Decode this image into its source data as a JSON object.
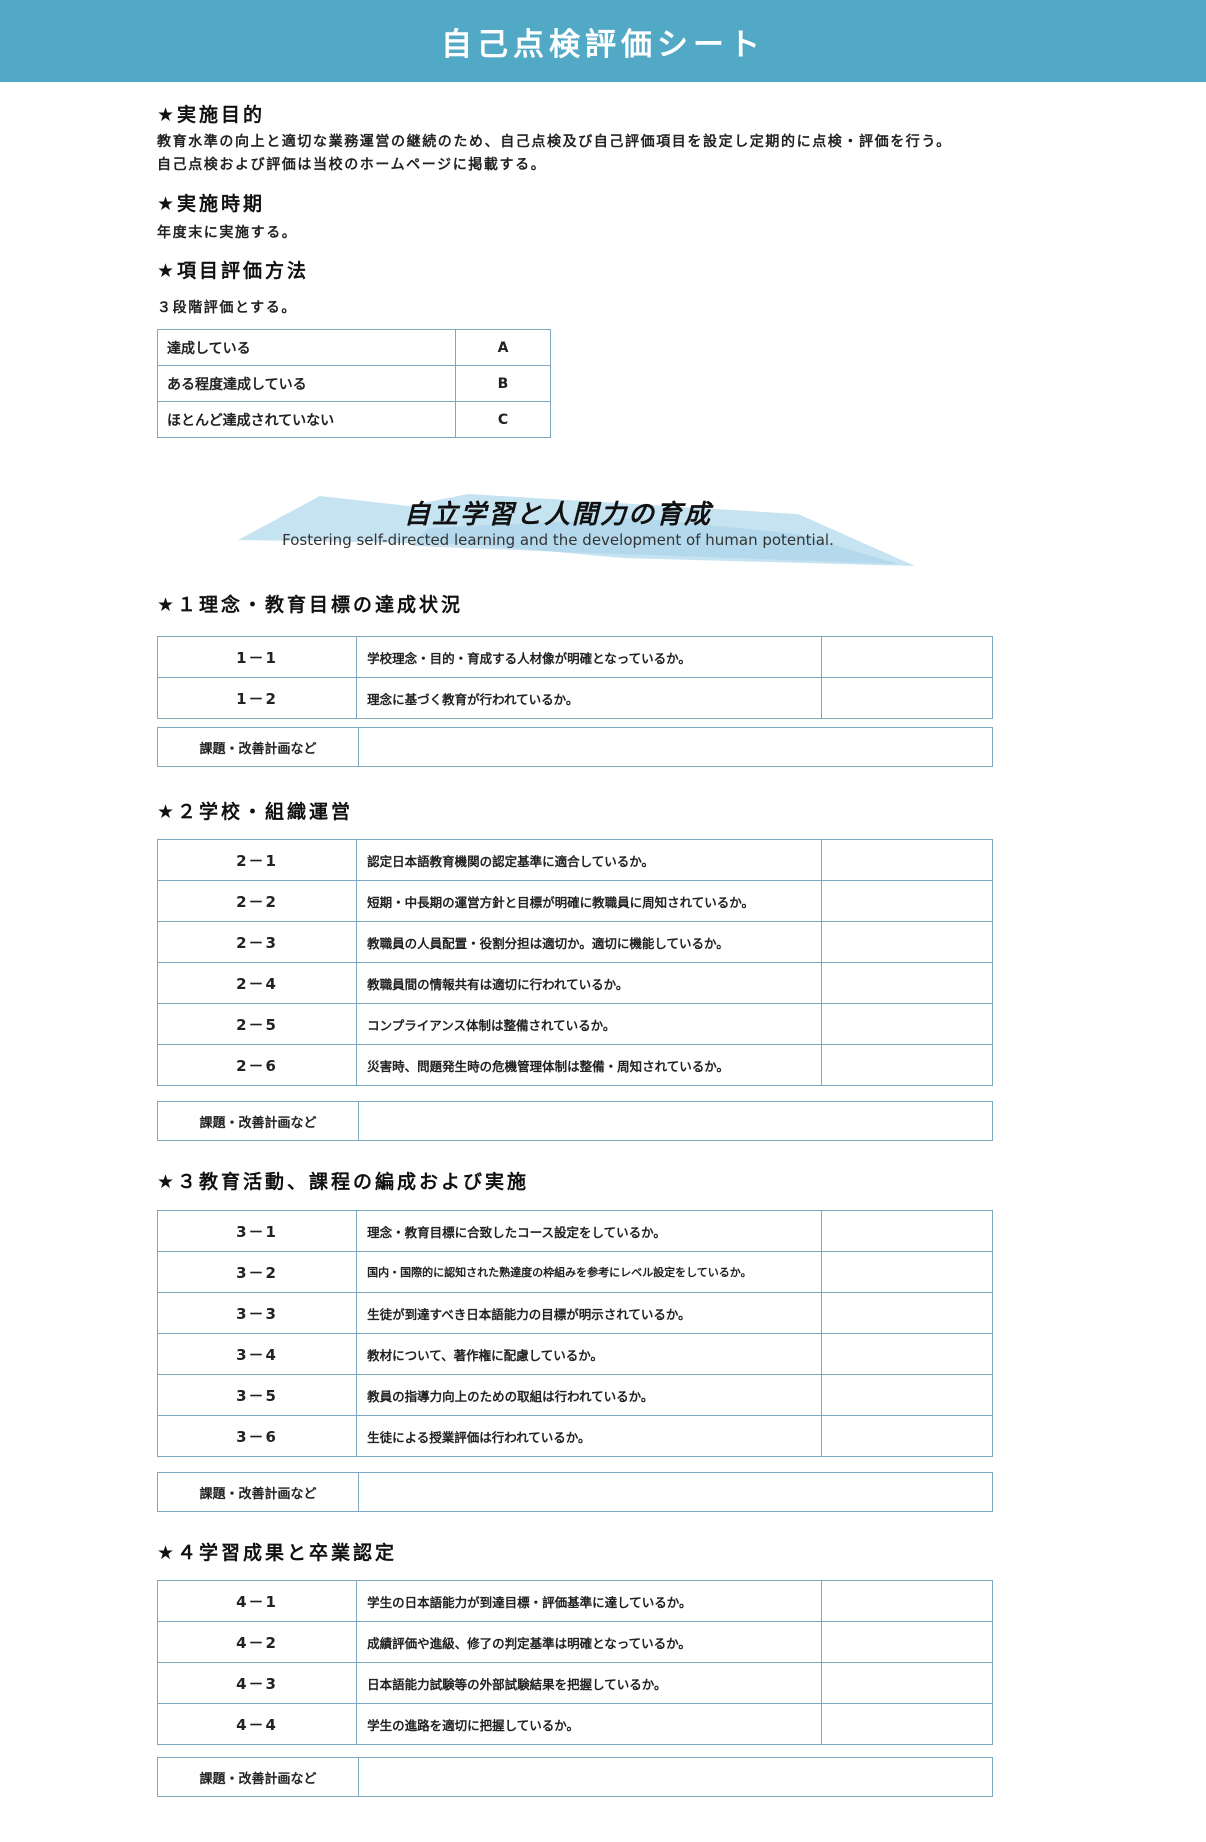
{
  "header": {
    "title": "自己点検評価シート"
  },
  "intro": {
    "purpose": {
      "heading": "★実施目的",
      "lines": [
        "教育水準の向上と適切な業務運営の継続のため、自己点検及び自己評価項目を設定し定期的に点検・評価を行う。",
        "自己点検および評価は当校のホームページに掲載する。"
      ]
    },
    "timing": {
      "heading": "★実施時期",
      "text": "年度末に実施する。"
    },
    "method": {
      "heading": "★項目評価方法",
      "text": "３段階評価とする。",
      "scale": [
        {
          "label": "達成している",
          "grade": "A"
        },
        {
          "label": "ある程度達成している",
          "grade": "B"
        },
        {
          "label": "ほとんど達成されていない",
          "grade": "C"
        }
      ]
    }
  },
  "banner": {
    "title": "自立学習と人間力の育成",
    "subtitle": "Fostering self-directed learning and the development of human potential.",
    "colors": {
      "light": "#c6e3f2",
      "mid": "#a9d2e8"
    }
  },
  "issue_label": "課題・改善計画など",
  "sections": [
    {
      "heading": "★１理念・教育目標の達成状況",
      "items": [
        {
          "no": "1－1",
          "text": "学校理念・目的・育成する人材像が明確となっているか。"
        },
        {
          "no": "1－2",
          "text": "理念に基づく教育が行われているか。"
        }
      ]
    },
    {
      "heading": "★２学校・組織運営",
      "items": [
        {
          "no": "2－1",
          "text": "認定日本語教育機関の認定基準に適合しているか。"
        },
        {
          "no": "2－2",
          "text": "短期・中長期の運営方針と目標が明確に教職員に周知されているか。"
        },
        {
          "no": "2－3",
          "text": "教職員の人員配置・役割分担は適切か。適切に機能しているか。"
        },
        {
          "no": "2－4",
          "text": "教職員間の情報共有は適切に行われているか。"
        },
        {
          "no": "2－5",
          "text": "コンプライアンス体制は整備されているか。"
        },
        {
          "no": "2－6",
          "text": "災害時、問題発生時の危機管理体制は整備・周知されているか。"
        }
      ]
    },
    {
      "heading": "★３教育活動、課程の編成および実施",
      "items": [
        {
          "no": "3－1",
          "text": "理念・教育目標に合致したコース設定をしているか。"
        },
        {
          "no": "3－2",
          "text": "国内・国際的に認知された熟達度の枠組みを参考にレベル設定をしているか。"
        },
        {
          "no": "3－3",
          "text": "生徒が到達すべき日本語能力の目標が明示されているか。"
        },
        {
          "no": "3－4",
          "text": "教材について、著作権に配慮しているか。"
        },
        {
          "no": "3－5",
          "text": "教員の指導力向上のための取組は行われているか。"
        },
        {
          "no": "3－6",
          "text": "生徒による授業評価は行われているか。"
        }
      ]
    },
    {
      "heading": "★４学習成果と卒業認定",
      "items": [
        {
          "no": "4－1",
          "text": "学生の日本語能力が到達目標・評価基準に達しているか。"
        },
        {
          "no": "4－2",
          "text": "成績評価や進級、修了の判定基準は明確となっているか。"
        },
        {
          "no": "4－3",
          "text": "日本語能力試験等の外部試験結果を把握しているか。"
        },
        {
          "no": "4－4",
          "text": "学生の進路を適切に把握しているか。"
        }
      ]
    }
  ]
}
